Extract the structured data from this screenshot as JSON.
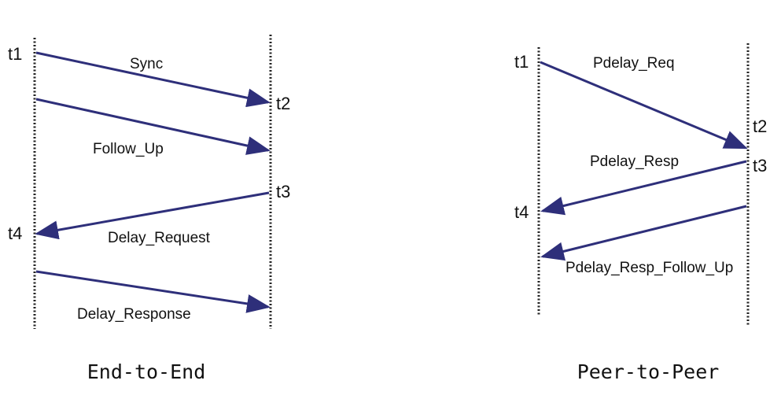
{
  "end_to_end": {
    "caption": "End-to-End",
    "labels": {
      "t1": "t1",
      "t2": "t2",
      "t3": "t3",
      "t4": "t4"
    },
    "messages": {
      "sync": "Sync",
      "follow_up": "Follow_Up",
      "delay_request": "Delay_Request",
      "delay_response": "Delay_Response"
    }
  },
  "peer_to_peer": {
    "caption": "Peer-to-Peer",
    "labels": {
      "t1": "t1",
      "t2": "t2",
      "t3": "t3",
      "t4": "t4"
    },
    "messages": {
      "pdelay_req": "Pdelay_Req",
      "pdelay_resp": "Pdelay_Resp",
      "pdelay_resp_follow_up": "Pdelay_Resp_Follow_Up"
    }
  },
  "colors": {
    "arrow": "#2e2f7a",
    "timeline": "#222222"
  }
}
